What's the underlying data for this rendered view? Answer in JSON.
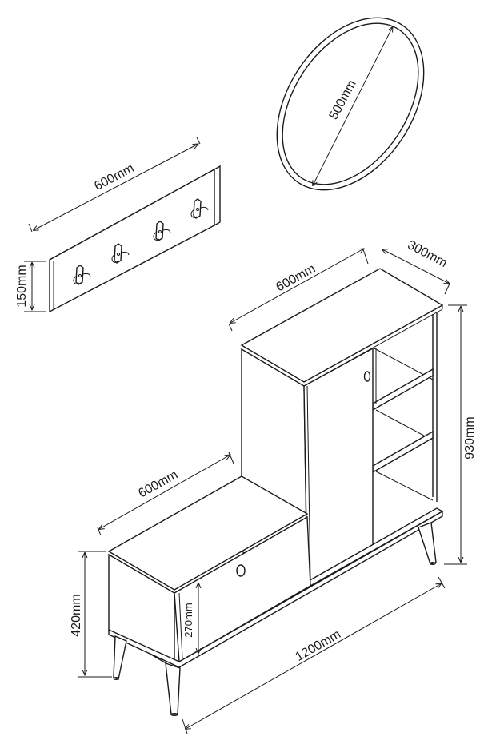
{
  "dimensions": {
    "mirror_diameter": "500mm",
    "hanger_width": "600mm",
    "hanger_height": "150mm",
    "cabinet_width": "600mm",
    "cabinet_depth": "300mm",
    "cabinet_height": "930mm",
    "bench_width": "600mm",
    "bench_height": "420mm",
    "drawer_height": "270mm",
    "total_width": "1200mm"
  },
  "colors": {
    "line": "#1a1a1a",
    "background": "#ffffff"
  }
}
